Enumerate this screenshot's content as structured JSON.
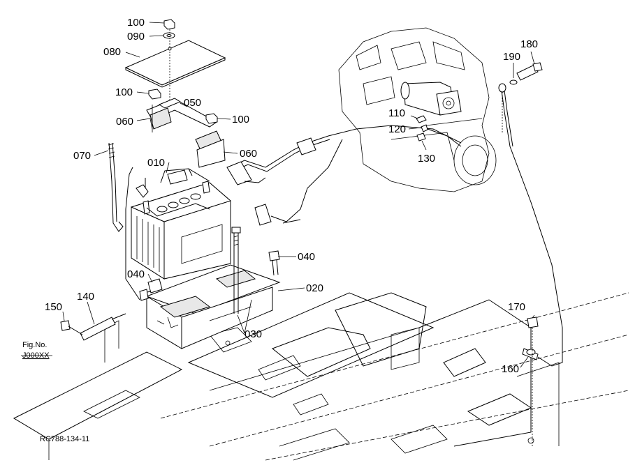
{
  "figure": {
    "fig_no_label": "Fig.No.",
    "fig_no_value": "J000XX",
    "drawing_code": "RC788-134-11"
  },
  "callouts": {
    "c100_top": "100",
    "c090": "090",
    "c080": "080",
    "c100_left": "100",
    "c050": "050",
    "c060_left": "060",
    "c100_right": "100",
    "c060_right": "060",
    "c070": "070",
    "c010": "010",
    "c040_right": "040",
    "c040_left": "040",
    "c020": "020",
    "c030": "030",
    "c140": "140",
    "c150": "150",
    "c110": "110",
    "c120": "120",
    "c130": "130",
    "c180": "180",
    "c190": "190",
    "c170": "170",
    "c160": "160"
  }
}
